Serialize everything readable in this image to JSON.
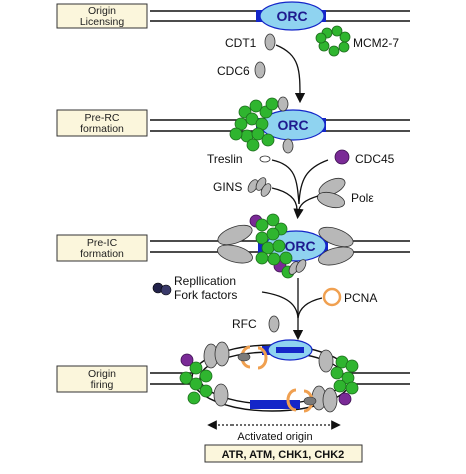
{
  "stages": [
    {
      "label_line1": "Origin",
      "label_line2": "Licensing"
    },
    {
      "label_line1": "Pre-RC",
      "label_line2": "formation"
    },
    {
      "label_line1": "Pre-IC",
      "label_line2": "formation"
    },
    {
      "label_line1": "Origin",
      "label_line2": "firing"
    }
  ],
  "complex_label": "ORC",
  "factors": {
    "cdt1": "CDT1",
    "cdc6": "CDC6",
    "mcm": "MCM2-7",
    "treslin": "Treslin",
    "cdc45": "CDC45",
    "gins": "GINS",
    "pol": "Polε",
    "fork_line1": "Repllication",
    "fork_line2": "Fork factors",
    "pcna": "PCNA",
    "rfc": "RFC"
  },
  "activated_origin": "Activated origin",
  "checkpoint": "ATR, ATM, CHK1, CHK2",
  "colors": {
    "orc_fill": "#8fd3f0",
    "orc_text": "#1f1a8f",
    "dna_box": "#1426c8",
    "mcm_green": "#2fb52f",
    "cdc45_purple": "#7a2a96",
    "grey_protein": "#b8b8b8",
    "pcna_orange": "#f0a050",
    "label_box": "#fbf6dc"
  }
}
